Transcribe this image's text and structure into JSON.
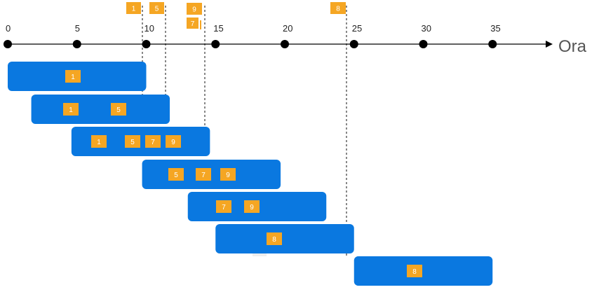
{
  "axis": {
    "label": "Ora",
    "ticks": [
      {
        "value": 0,
        "label": "0"
      },
      {
        "value": 5,
        "label": "5"
      },
      {
        "value": 10,
        "label": "10"
      },
      {
        "value": 15,
        "label": "15"
      },
      {
        "value": 20,
        "label": "20"
      },
      {
        "value": 25,
        "label": "25"
      },
      {
        "value": 30,
        "label": "30"
      },
      {
        "value": 35,
        "label": "35"
      }
    ]
  },
  "arrivals": [
    {
      "label": "1",
      "time": 10
    },
    {
      "label": "5",
      "time": 12
    },
    {
      "label": "9",
      "time": 15
    },
    {
      "label": "7",
      "time": 15
    },
    {
      "label": "8",
      "time": 25
    }
  ],
  "windows": [
    {
      "start": 0,
      "end": 10,
      "items": [
        "1"
      ]
    },
    {
      "start": 1.7,
      "end": 11.7,
      "items": [
        "1",
        "5"
      ]
    },
    {
      "start": 4.6,
      "end": 14.6,
      "items": [
        "1",
        "5",
        "7",
        "9"
      ]
    },
    {
      "start": 9.7,
      "end": 19.7,
      "items": [
        "5",
        "7",
        "9"
      ]
    },
    {
      "start": 13,
      "end": 23,
      "items": [
        "7",
        "9"
      ]
    },
    {
      "start": 15,
      "end": 25,
      "items": [
        "8"
      ]
    },
    {
      "start": 25,
      "end": 35,
      "items": [
        "8"
      ]
    }
  ],
  "colors": {
    "window": "#0a78e0",
    "badge": "#f5a623",
    "axis": "#000000"
  }
}
